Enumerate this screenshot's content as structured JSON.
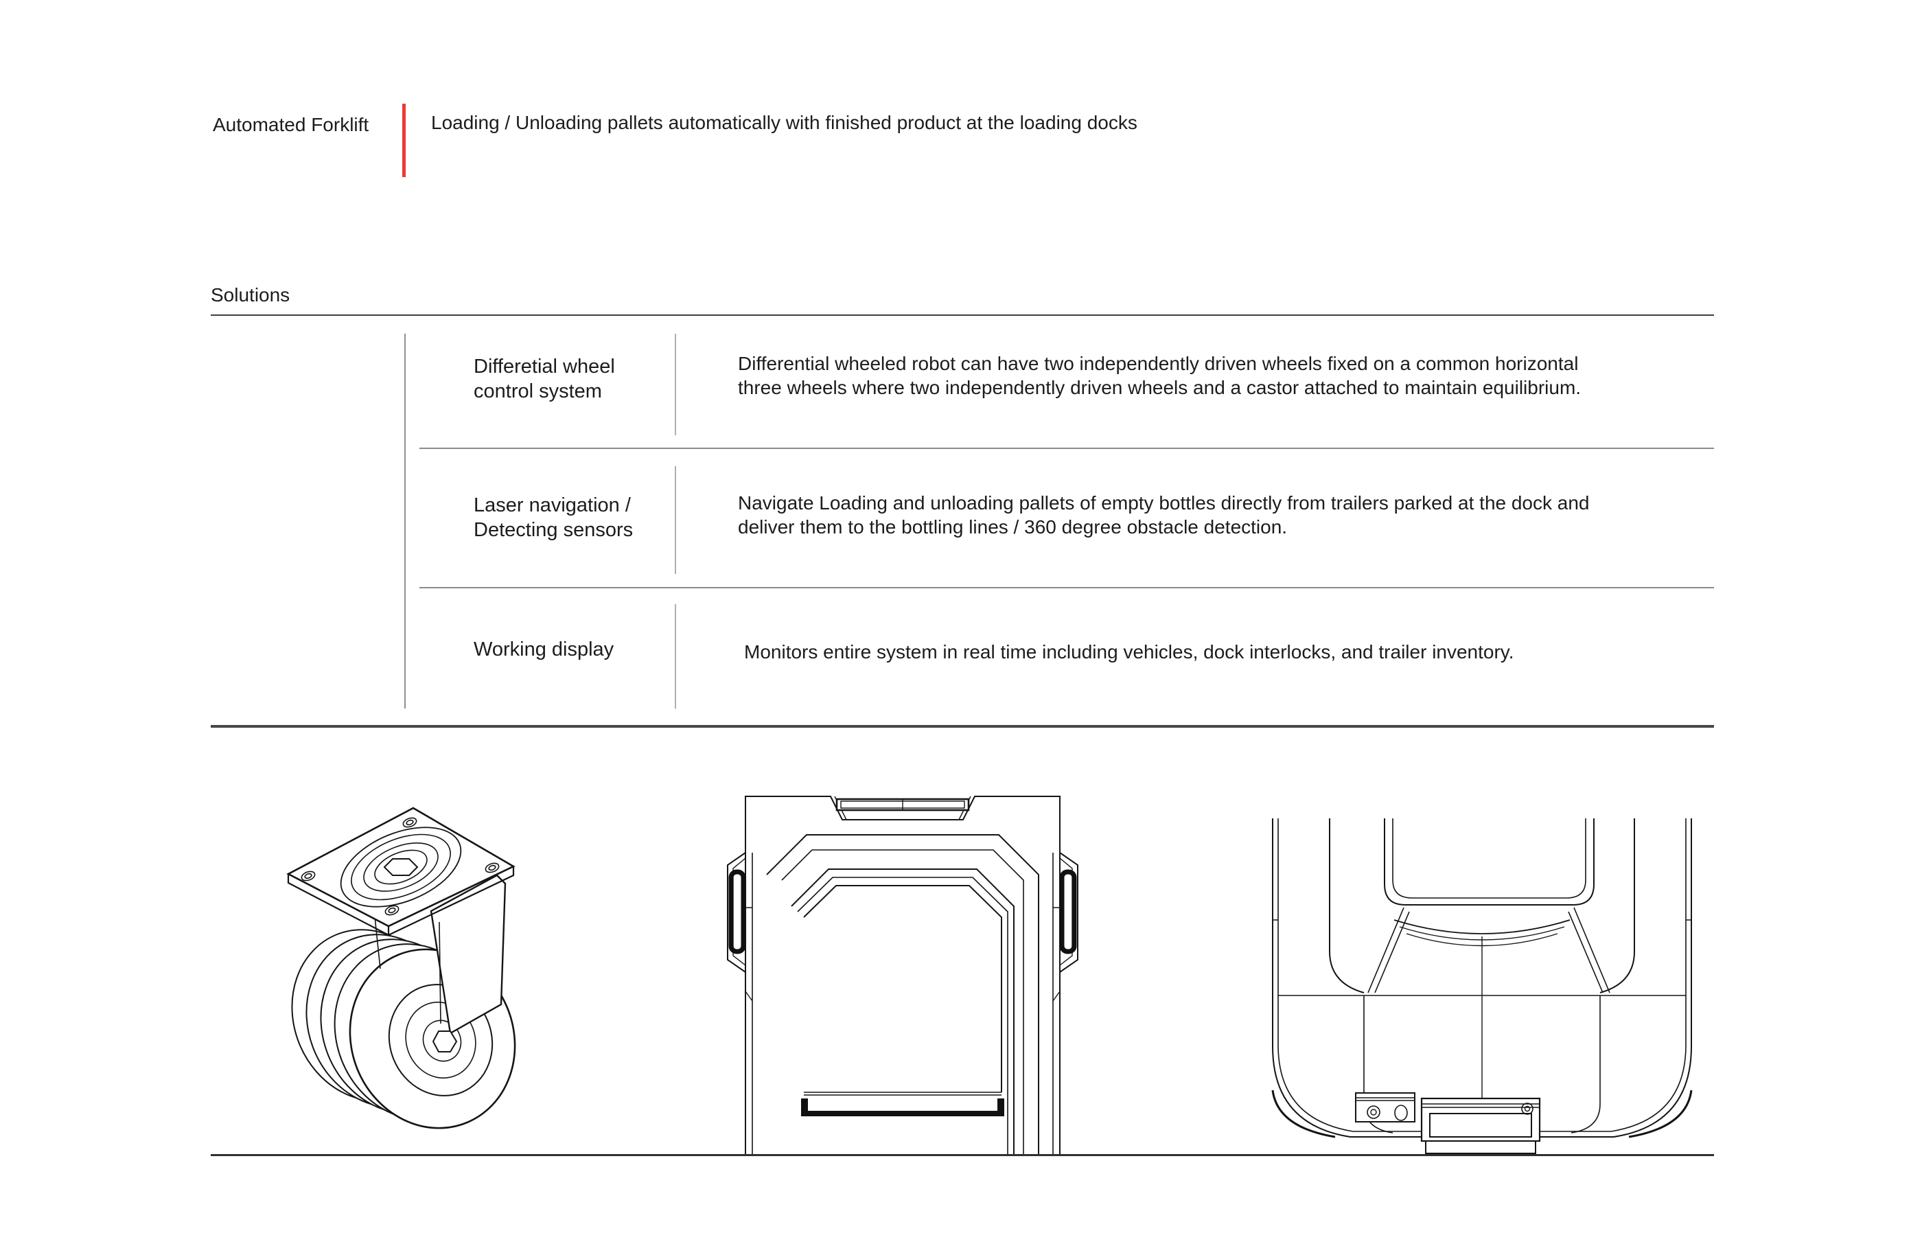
{
  "header": {
    "title": "Automated Forklift",
    "subtitle": "Loading / Unloading pallets automatically with finished product at the loading docks",
    "accent_color": "#ee3a36"
  },
  "solutions": {
    "heading": "Solutions",
    "rows": [
      {
        "label_lines": [
          "Differetial wheel",
          "control system"
        ],
        "desc_lines": [
          "Differential wheeled robot can have two independently driven wheels fixed on a common horizontal",
          "three wheels where two independently driven wheels and a castor attached to maintain equilibrium."
        ]
      },
      {
        "label_lines": [
          "Laser navigation /",
          "Detecting sensors"
        ],
        "desc_lines": [
          "Navigate Loading and unloading pallets of empty bottles directly from trailers parked at the dock and",
          "deliver them to the bottling lines / 360 degree obstacle detection."
        ]
      },
      {
        "label_lines": [
          "Working display",
          ""
        ],
        "desc_lines": [
          "Monitors entire system in real time including vehicles, dock interlocks, and trailer inventory.",
          ""
        ]
      }
    ]
  },
  "drawings": {
    "caster_wheel": "caster-wheel-isometric-drawing",
    "front_view": "robot-front-view-drawing",
    "bottom_view": "robot-bottom-view-drawing"
  },
  "line_colors": {
    "heavy_rule": "#474747",
    "row_divider": "#8a8a8a",
    "column_divider": "#aeaeae",
    "ground": "#303030"
  }
}
